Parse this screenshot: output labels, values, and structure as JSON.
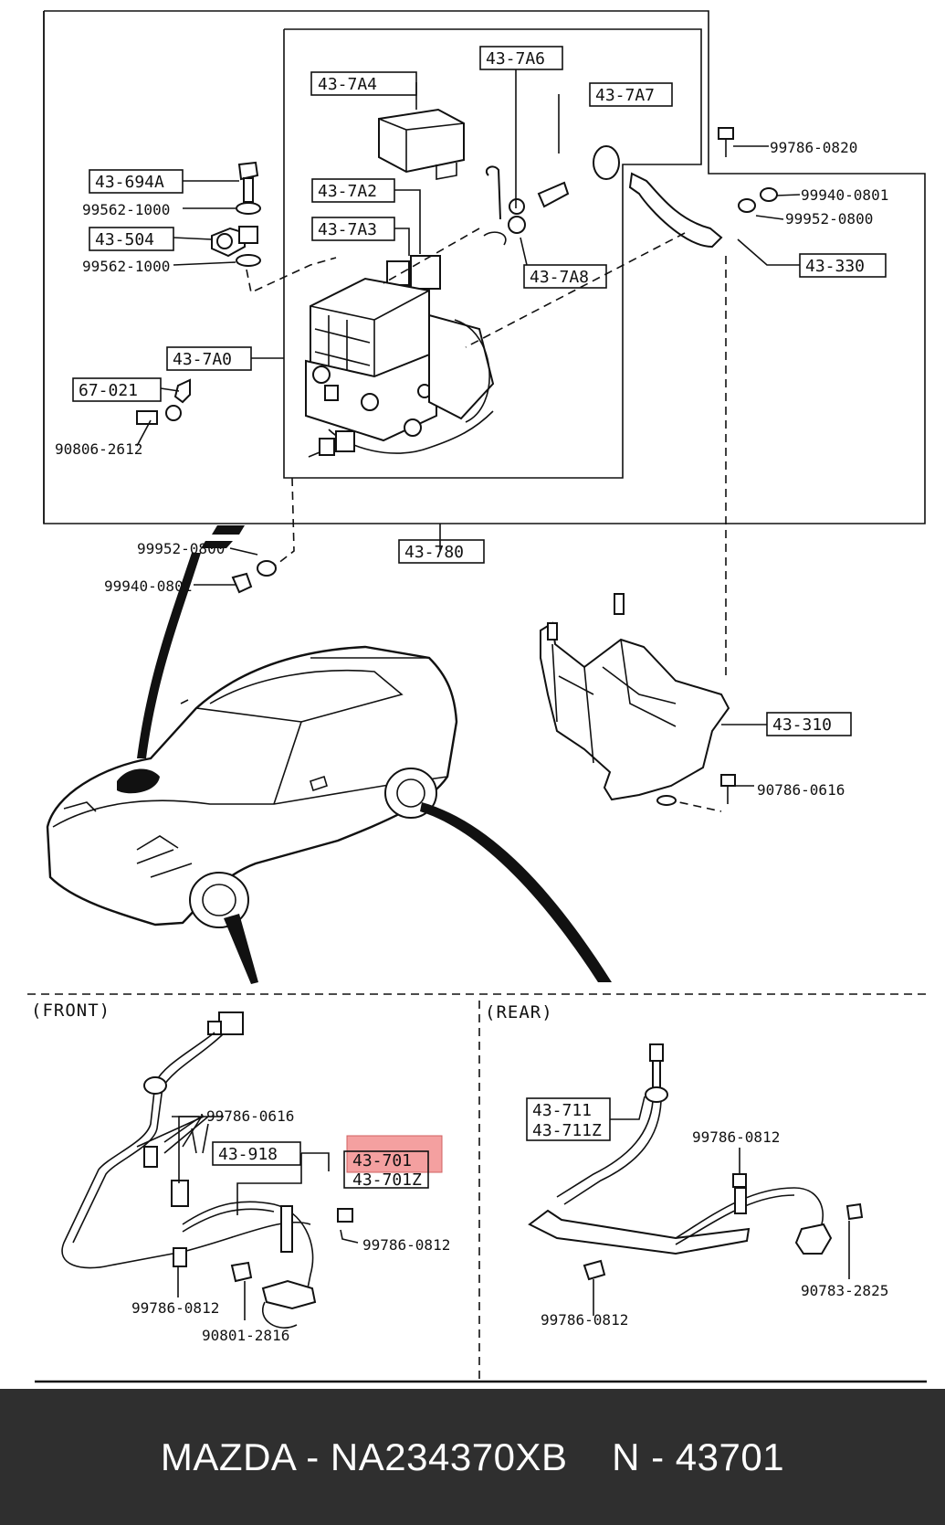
{
  "diagram": {
    "top_labels": {
      "p43_7A4": "43-7A4",
      "p43_7A6": "43-7A6",
      "p43_7A7": "43-7A7",
      "p43_7A2": "43-7A2",
      "p43_7A3": "43-7A3",
      "p43_7A8": "43-7A8",
      "p43_7A0": "43-7A0",
      "p43_694A": "43-694A",
      "p43_504": "43-504",
      "p67_021": "67-021",
      "p43_330": "43-330",
      "p43_780": "43-780",
      "p43_310": "43-310",
      "p99786_0820": "99786-0820",
      "p99940_0801a": "99940-0801",
      "p99952_0800a": "99952-0800",
      "p99562_1000a": "99562-1000",
      "p99562_1000b": "99562-1000",
      "p90806_2612": "90806-2612",
      "p99952_0800b": "99952-0800",
      "p99940_0801b": "99940-0801",
      "p90786_0616": "90786-0616"
    },
    "front": {
      "heading": "(FRONT)",
      "p43_918": "43-918",
      "p43_701": "43-701",
      "p43_701Z": "43-701Z",
      "p99786_0616": "99786-0616",
      "p99786_0812a": "99786-0812",
      "p99786_0812b": "99786-0812",
      "p90801_2816": "90801-2816"
    },
    "rear": {
      "heading": "(REAR)",
      "p43_711": "43-711",
      "p43_711Z": "43-711Z",
      "p99786_0812c": "99786-0812",
      "p99786_0812d": "99786-0812",
      "p90783_2825": "90783-2825"
    },
    "colors": {
      "highlight": "#f08080",
      "ink": "#111111",
      "footer_bg": "#2f2f2f"
    }
  },
  "footer": {
    "caption": "MAZDA - NA234370XB    N - 43701"
  }
}
